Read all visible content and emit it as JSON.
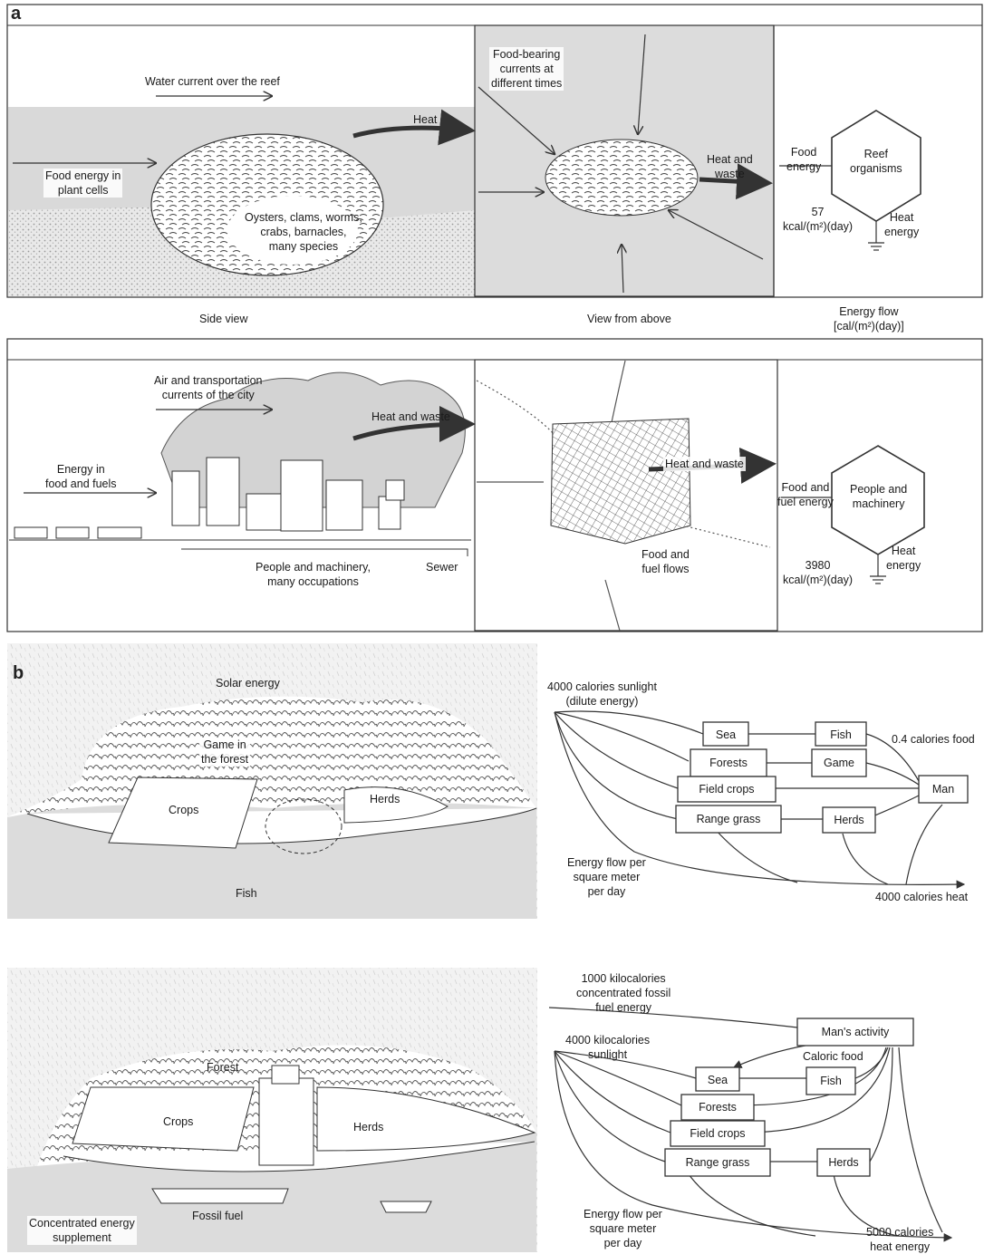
{
  "panel_a": {
    "letter": "a",
    "reef": {
      "water_current": "Water current over the reef",
      "food_energy_line1": "Food energy in",
      "food_energy_line2": "plant cells",
      "heat": "Heat",
      "organisms_line1": "Oysters, clams, worms,",
      "organisms_line2": "crabs, barnacles,",
      "organisms_line3": "many species",
      "currents_line1": "Food-bearing",
      "currents_line2": "currents at",
      "currents_line3": "different times",
      "heat_waste_line1": "Heat and",
      "heat_waste_line2": "waste",
      "food_line1": "Food",
      "food_line2": "energy",
      "node_line1": "Reef",
      "node_line2": "organisms",
      "rate_line1": "57",
      "rate_line2": "kcal/(m²)(day)",
      "heat_out_line1": "Heat",
      "heat_out_line2": "energy"
    },
    "captions": {
      "side": "Side view",
      "above": "View from above",
      "flow_line1": "Energy flow",
      "flow_line2": "[cal/(m²)(day)]"
    },
    "city": {
      "air_line1": "Air and transportation",
      "air_line2": "currents of the city",
      "heat_waste": "Heat and waste",
      "energy_line1": "Energy in",
      "energy_line2": "food and fuels",
      "people_line1": "People and machinery,",
      "people_line2": "many occupations",
      "sewer": "Sewer",
      "heat_waste_above": "Heat and waste",
      "fuel_flows_line1": "Food and",
      "fuel_flows_line2": "fuel flows",
      "food_fuel_line1": "Food and",
      "food_fuel_line2": "fuel energy",
      "node_line1": "People and",
      "node_line2": "machinery",
      "rate_line1": "3980",
      "rate_line2": "kcal/(m²)(day)",
      "heat_out_line1": "Heat",
      "heat_out_line2": "energy"
    }
  },
  "panel_b": {
    "letter": "b",
    "primitive": {
      "solar": "Solar energy",
      "game_line1": "Game in",
      "game_line2": "the forest",
      "crops": "Crops",
      "herds": "Herds",
      "fish": "Fish",
      "sunlight_line1": "4000 calories sunlight",
      "sunlight_line2": "(dilute energy)",
      "boxes": [
        "Sea",
        "Forests",
        "Field crops",
        "Range grass",
        "Fish",
        "Game",
        "Herds",
        "Man"
      ],
      "food": "0.4 calories food",
      "flow_line1": "Energy flow per",
      "flow_line2": "square meter",
      "flow_line3": "per day",
      "heat": "4000 calories heat"
    },
    "industrial": {
      "forest": "Forest",
      "crops": "Crops",
      "herds": "Herds",
      "fossil": "Fossil fuel",
      "supplement_line1": "Concentrated energy",
      "supplement_line2": "supplement",
      "fossil_energy_line1": "1000 kilocalories",
      "fossil_energy_line2": "concentrated fossil",
      "fossil_energy_line3": "fuel energy",
      "sunlight_line1": "4000 kilocalories",
      "sunlight_line2": "sunlight",
      "activity": "Man's activity",
      "caloric": "Caloric food",
      "boxes": [
        "Sea",
        "Forests",
        "Field crops",
        "Range grass",
        "Fish",
        "Herds"
      ],
      "flow_line1": "Energy flow per",
      "flow_line2": "square meter",
      "flow_line3": "per day",
      "heat_line1": "5000 calories",
      "heat_line2": "heat energy"
    }
  }
}
